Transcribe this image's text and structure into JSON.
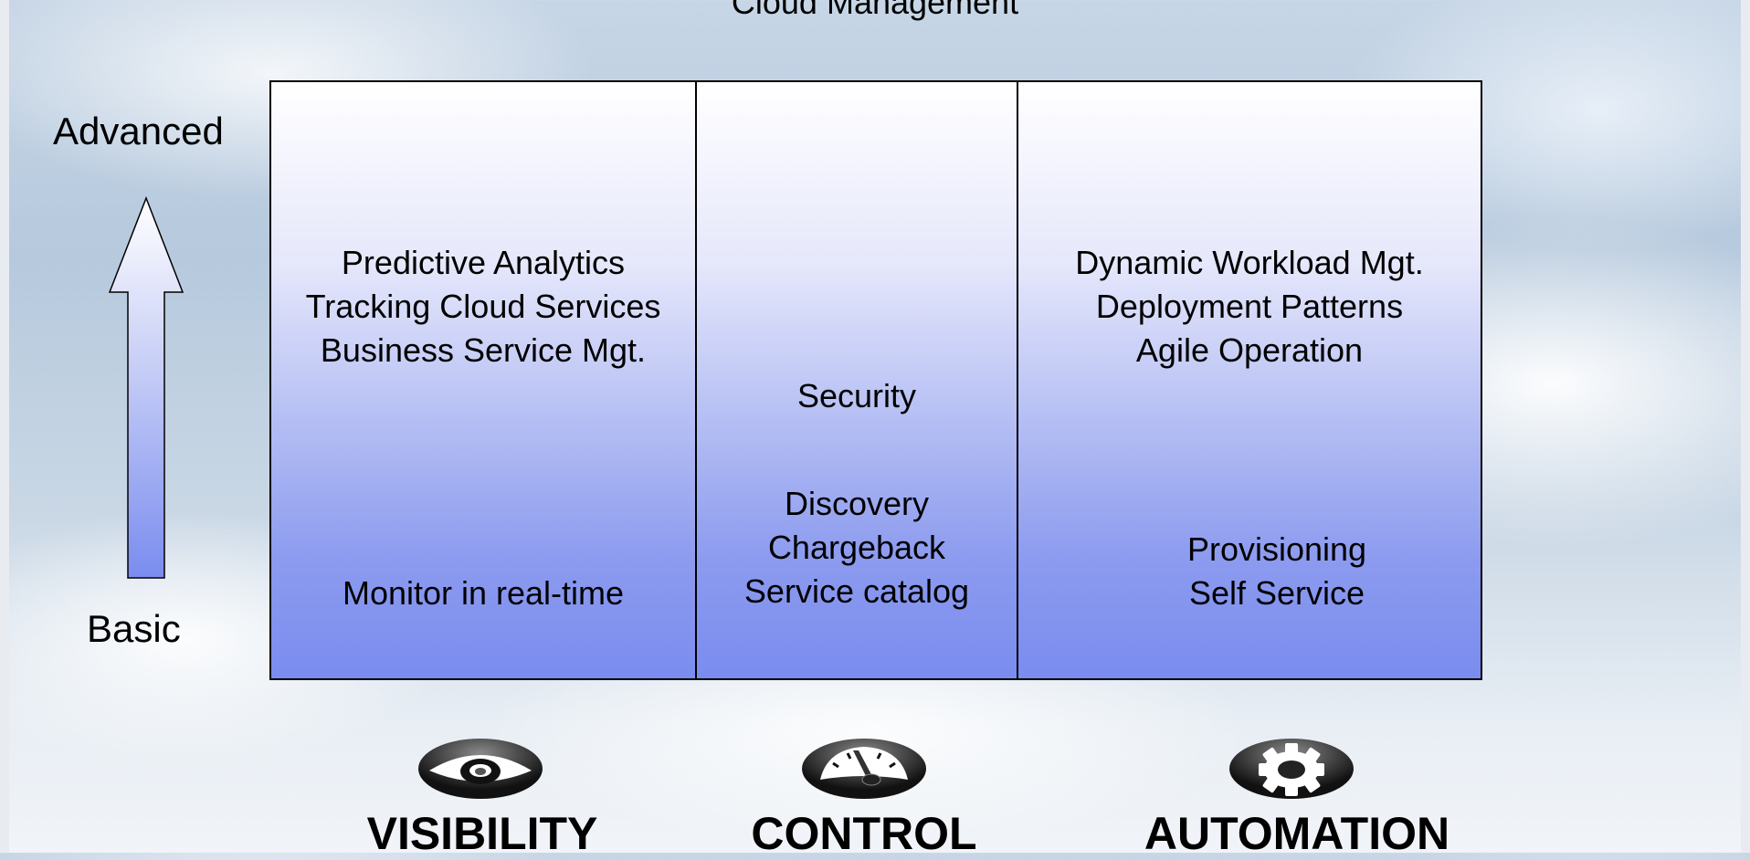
{
  "title": "Cloud Management",
  "axis": {
    "top_label": "Advanced",
    "bottom_label": "Basic",
    "arrow_icon": "up-arrow-icon"
  },
  "columns": [
    {
      "upper": [
        "Predictive Analytics",
        "Tracking Cloud Services",
        "Business Service Mgt."
      ],
      "middle": [],
      "lower": [
        "Monitor in real-time"
      ],
      "icon": "eye-icon",
      "label": "VISIBILITY"
    },
    {
      "upper": [],
      "middle": [
        "Security"
      ],
      "lower": [
        "Discovery",
        "Chargeback",
        "Service catalog"
      ],
      "icon": "speedometer-icon",
      "label": "CONTROL"
    },
    {
      "upper": [
        "Dynamic Workload Mgt.",
        "Deployment Patterns",
        "Agile Operation"
      ],
      "middle": [],
      "lower": [
        "Provisioning",
        "Self Service"
      ],
      "icon": "gear-icon",
      "label": "AUTOMATION"
    }
  ],
  "colors": {
    "grid_top": "#ffffff",
    "grid_bottom": "#7a8cef"
  }
}
